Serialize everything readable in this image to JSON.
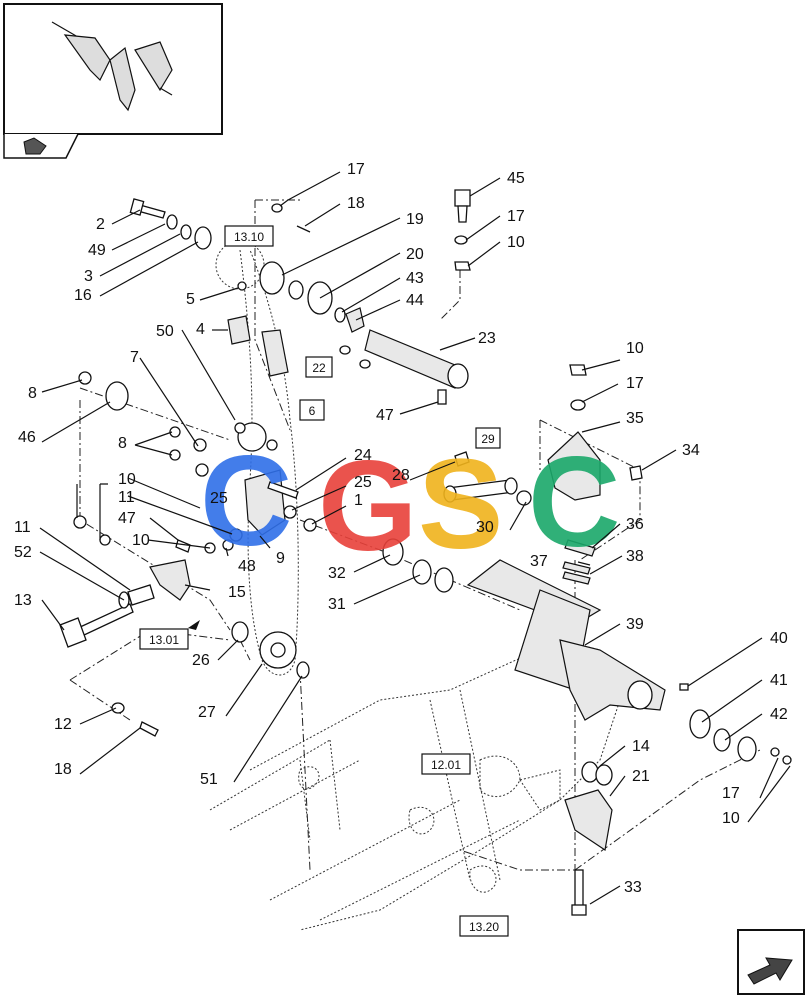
{
  "watermark": {
    "letters": [
      "C",
      "G",
      "S",
      "C"
    ],
    "colors": [
      "#2f6fe8",
      "#e8413a",
      "#f0b31c",
      "#1aa86a"
    ]
  },
  "ref_boxes": [
    "13.10",
    "22",
    "6",
    "29",
    "13.01",
    "12.01",
    "13.20"
  ],
  "callouts": [
    "17",
    "18",
    "45",
    "17",
    "10",
    "2",
    "49",
    "3",
    "16",
    "19",
    "20",
    "43",
    "44",
    "5",
    "4",
    "50",
    "23",
    "7",
    "47",
    "8",
    "46",
    "8",
    "10",
    "17",
    "34",
    "35",
    "24",
    "28",
    "25",
    "1",
    "25",
    "10",
    "11",
    "47",
    "10",
    "9",
    "48",
    "30",
    "36",
    "37",
    "38",
    "11",
    "52",
    "15",
    "13",
    "32",
    "31",
    "39",
    "26",
    "40",
    "27",
    "41",
    "12",
    "42",
    "18",
    "51",
    "14",
    "21",
    "17",
    "10",
    "33"
  ],
  "icons": [
    "orientation-arrow-icon",
    "corner-nav-arrow-icon"
  ]
}
